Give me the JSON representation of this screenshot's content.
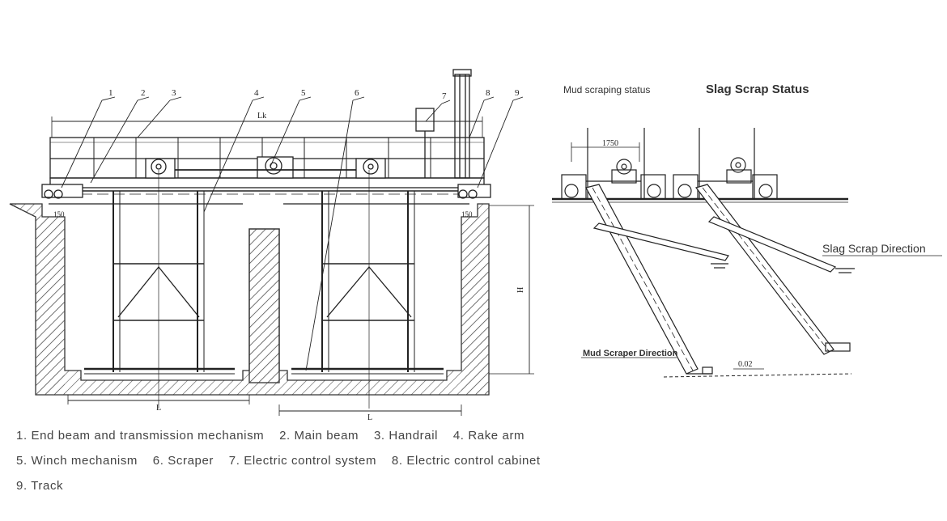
{
  "callouts": [
    "1",
    "2",
    "3",
    "4",
    "5",
    "6",
    "7",
    "8",
    "9"
  ],
  "dimensions": {
    "lk": "Lk",
    "l_left": "L",
    "l_right": "L",
    "h": "H",
    "gap_left": "150",
    "gap_right": "150",
    "width_1750": "1750",
    "slope": "0.02"
  },
  "status_labels": {
    "mud_scraping": "Mud scraping status",
    "slag_scrap": "Slag Scrap Status",
    "slag_direction": "Slag Scrap Direction",
    "mud_direction": "Mud Scraper Direction"
  },
  "legend": [
    [
      "1. End beam and transmission mechanism",
      "2. Main beam",
      "3. Handrail",
      "4. Rake arm"
    ],
    [
      "5. Winch mechanism",
      "6. Scraper",
      "7. Electric control system",
      "8. Electric control cabinet"
    ],
    [
      "9. Track"
    ]
  ]
}
